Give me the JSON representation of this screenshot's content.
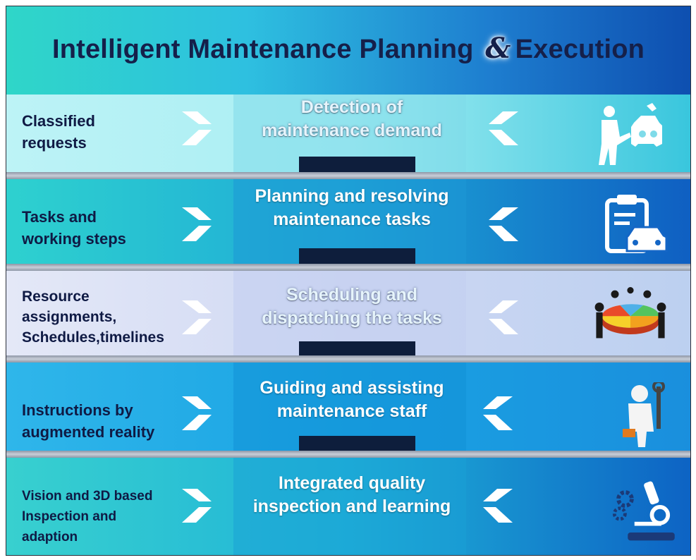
{
  "title": {
    "main": "Intelligent Maintenance Planning",
    "amp": "&",
    "end": "Execution"
  },
  "rows": [
    {
      "left": [
        "Classified",
        "requests"
      ],
      "center": [
        "Detection of",
        "maintenance demand"
      ],
      "icon": "worker-repairing-car-icon"
    },
    {
      "left": [
        "Tasks and",
        "working steps"
      ],
      "center": [
        "Planning and resolving",
        "maintenance tasks"
      ],
      "icon": "clipboard-car-icon"
    },
    {
      "left": [
        "Resource",
        "assignments,",
        "Schedules,timelines"
      ],
      "center": [
        "Scheduling and",
        "dispatching the tasks"
      ],
      "icon": "team-pie-chart-icon"
    },
    {
      "left": [
        "Instructions by",
        "augmented reality"
      ],
      "center": [
        "Guiding and assisting",
        "maintenance staff"
      ],
      "icon": "mechanic-wrench-icon"
    },
    {
      "left": [
        "Vision and 3D based",
        "Inspection and",
        "adaption"
      ],
      "center": [
        "Integrated quality",
        "inspection and learning"
      ],
      "icon": "microscope-gears-icon"
    }
  ],
  "colors": {
    "title_grad_start": "#2fd6c8",
    "title_grad_end": "#0e4fb0",
    "text_dark": "#0f1a44",
    "notch": "#0e1e3c"
  }
}
